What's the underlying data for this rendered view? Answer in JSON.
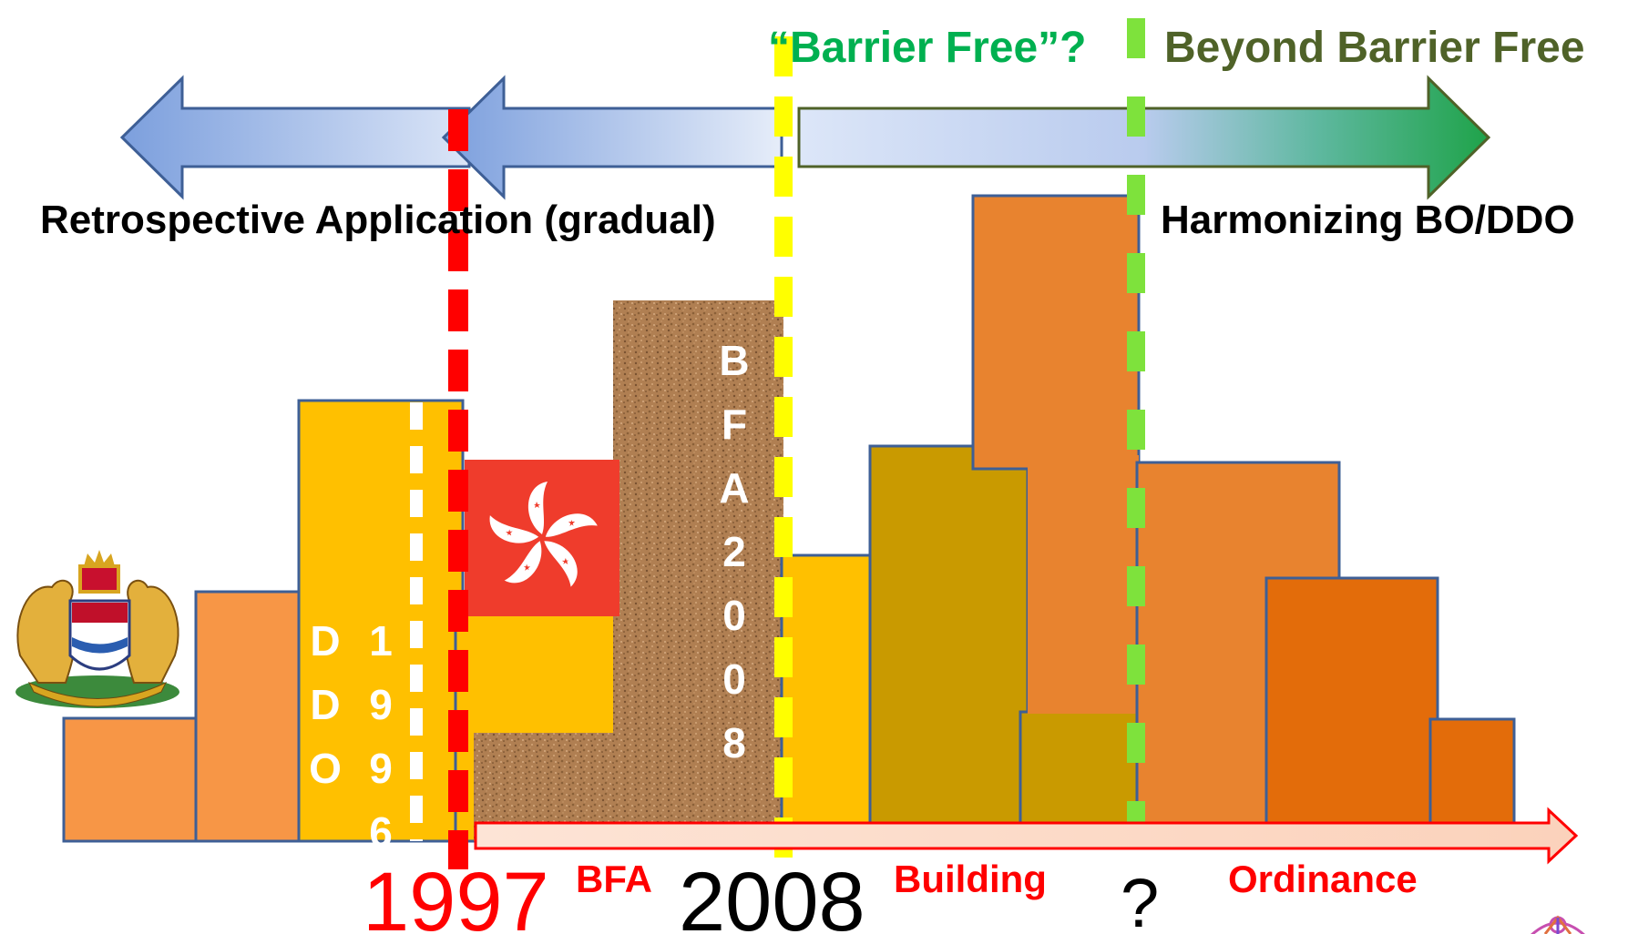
{
  "header": {
    "barrier_free_q": "“Barrier Free”?",
    "beyond_barrier_free": "Beyond Barrier Free"
  },
  "arrows": {
    "left_label": "Retrospective Application (gradual)",
    "right_label": "Harmonizing BO/DDO"
  },
  "blocks": {
    "ddo_letters": [
      "D",
      "D",
      "O"
    ],
    "ddo_digits": [
      "1",
      "9",
      "9",
      "6"
    ],
    "bfa_letters": [
      "B",
      "F",
      "A",
      "2",
      "0",
      "0",
      "8"
    ]
  },
  "timeline": {
    "year_1997": "1997",
    "label_bfa": "BFA",
    "year_2008": "2008",
    "label_building": "Building",
    "label_unknown": "?",
    "label_ordinance": "Ordinance"
  },
  "colors": {
    "arrow_blue": "#7c9fdd",
    "arrow_green": "#1fa34a",
    "red_marker": "#ff0000",
    "yellow_marker": "#ffff00",
    "green_marker": "#7ee23c",
    "title_green": "#00b050",
    "title_olive": "#4f6228"
  }
}
